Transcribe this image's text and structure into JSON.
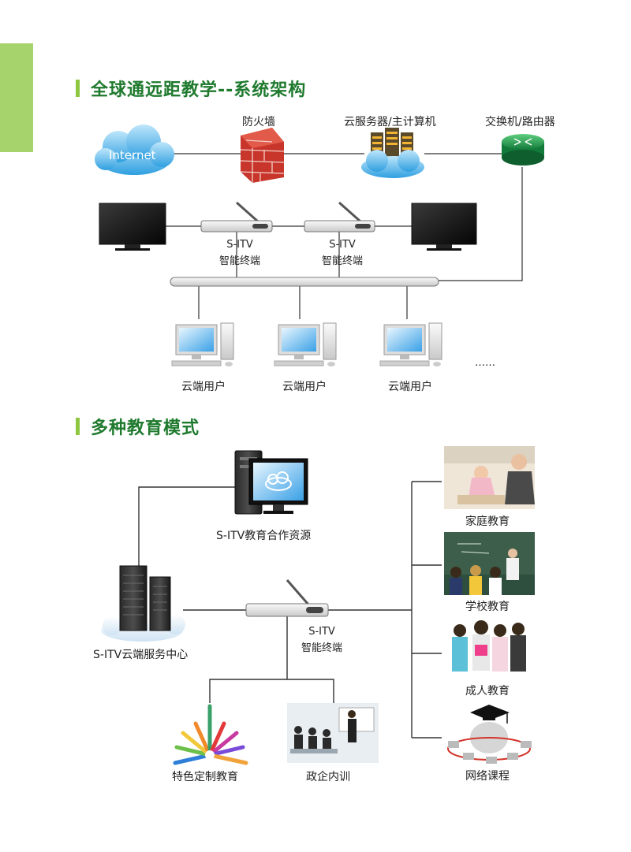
{
  "section1": {
    "title": "全球通远距教学--系统架构",
    "internet": "Internet",
    "firewall": "防火墙",
    "cloud_server": "云服务器/主计算机",
    "switch": "交换机/路由器",
    "terminal_a": {
      "line1": "S-ITV",
      "line2": "智能终端"
    },
    "terminal_b": {
      "line1": "S-ITV",
      "line2": "智能终端"
    },
    "users": [
      "云端用户",
      "云端用户",
      "云端用户"
    ],
    "ellipsis": "……"
  },
  "section2": {
    "title": "多种教育模式",
    "resource": "S-ITV教育合作资源",
    "service_center": "S-ITV云端服务中心",
    "terminal": {
      "line1": "S-ITV",
      "line2": "智能终端"
    },
    "modes": [
      "家庭教育",
      "学校教育",
      "成人教育",
      "网络课程"
    ],
    "bottom_modes": [
      "特色定制教育",
      "政企内训"
    ]
  },
  "colors": {
    "accent_green": "#1f7a2e",
    "bar_green": "#8dc63f",
    "side_tab": "#a6d36b"
  }
}
